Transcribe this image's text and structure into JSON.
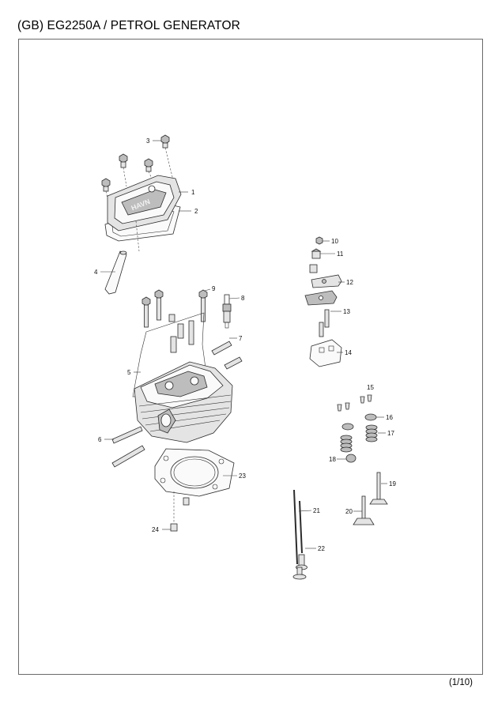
{
  "header": {
    "title": "(GB) EG2250A / PETROL GENERATOR"
  },
  "footer": {
    "page": "(1/10)"
  },
  "callouts": [
    "1",
    "2",
    "3",
    "4",
    "5",
    "6",
    "7",
    "8",
    "9",
    "10",
    "11",
    "12",
    "13",
    "14",
    "15",
    "16",
    "17",
    "18",
    "19",
    "20",
    "21",
    "22",
    "23",
    "24"
  ],
  "cover_logo": "HAVN"
}
